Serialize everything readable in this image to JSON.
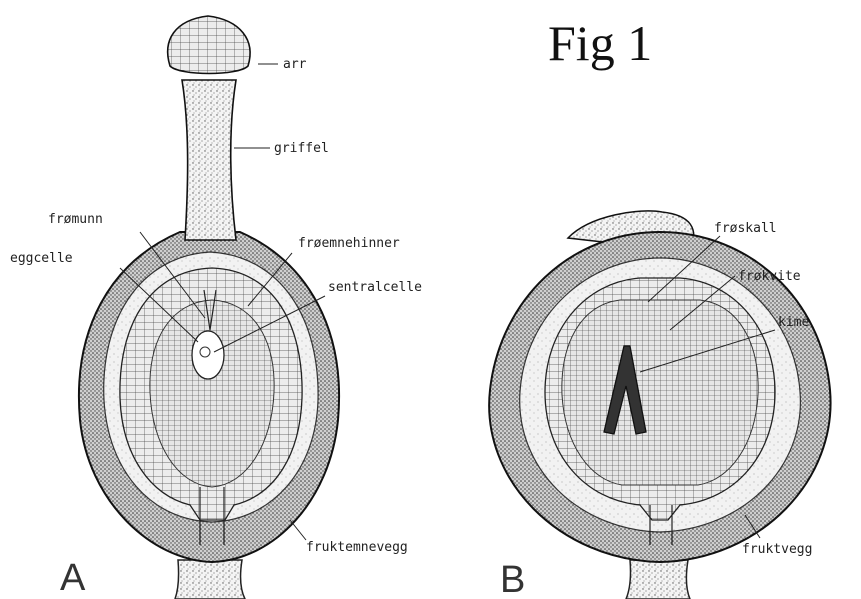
{
  "figure": {
    "title": "Fig 1",
    "panels": [
      {
        "letter": "A",
        "labels": {
          "arr": "arr",
          "griffel": "griffel",
          "fromunn": "frømunn",
          "eggcelle": "eggcelle",
          "froemnehinner": "frøemnehinner",
          "sentralcelle": "sentralcelle",
          "fruktemnevegg": "fruktemnevegg"
        }
      },
      {
        "letter": "B",
        "labels": {
          "froskall": "frøskall",
          "frokvite": "frøkvite",
          "kime": "kime",
          "fruktvegg": "fruktvegg"
        }
      }
    ]
  }
}
